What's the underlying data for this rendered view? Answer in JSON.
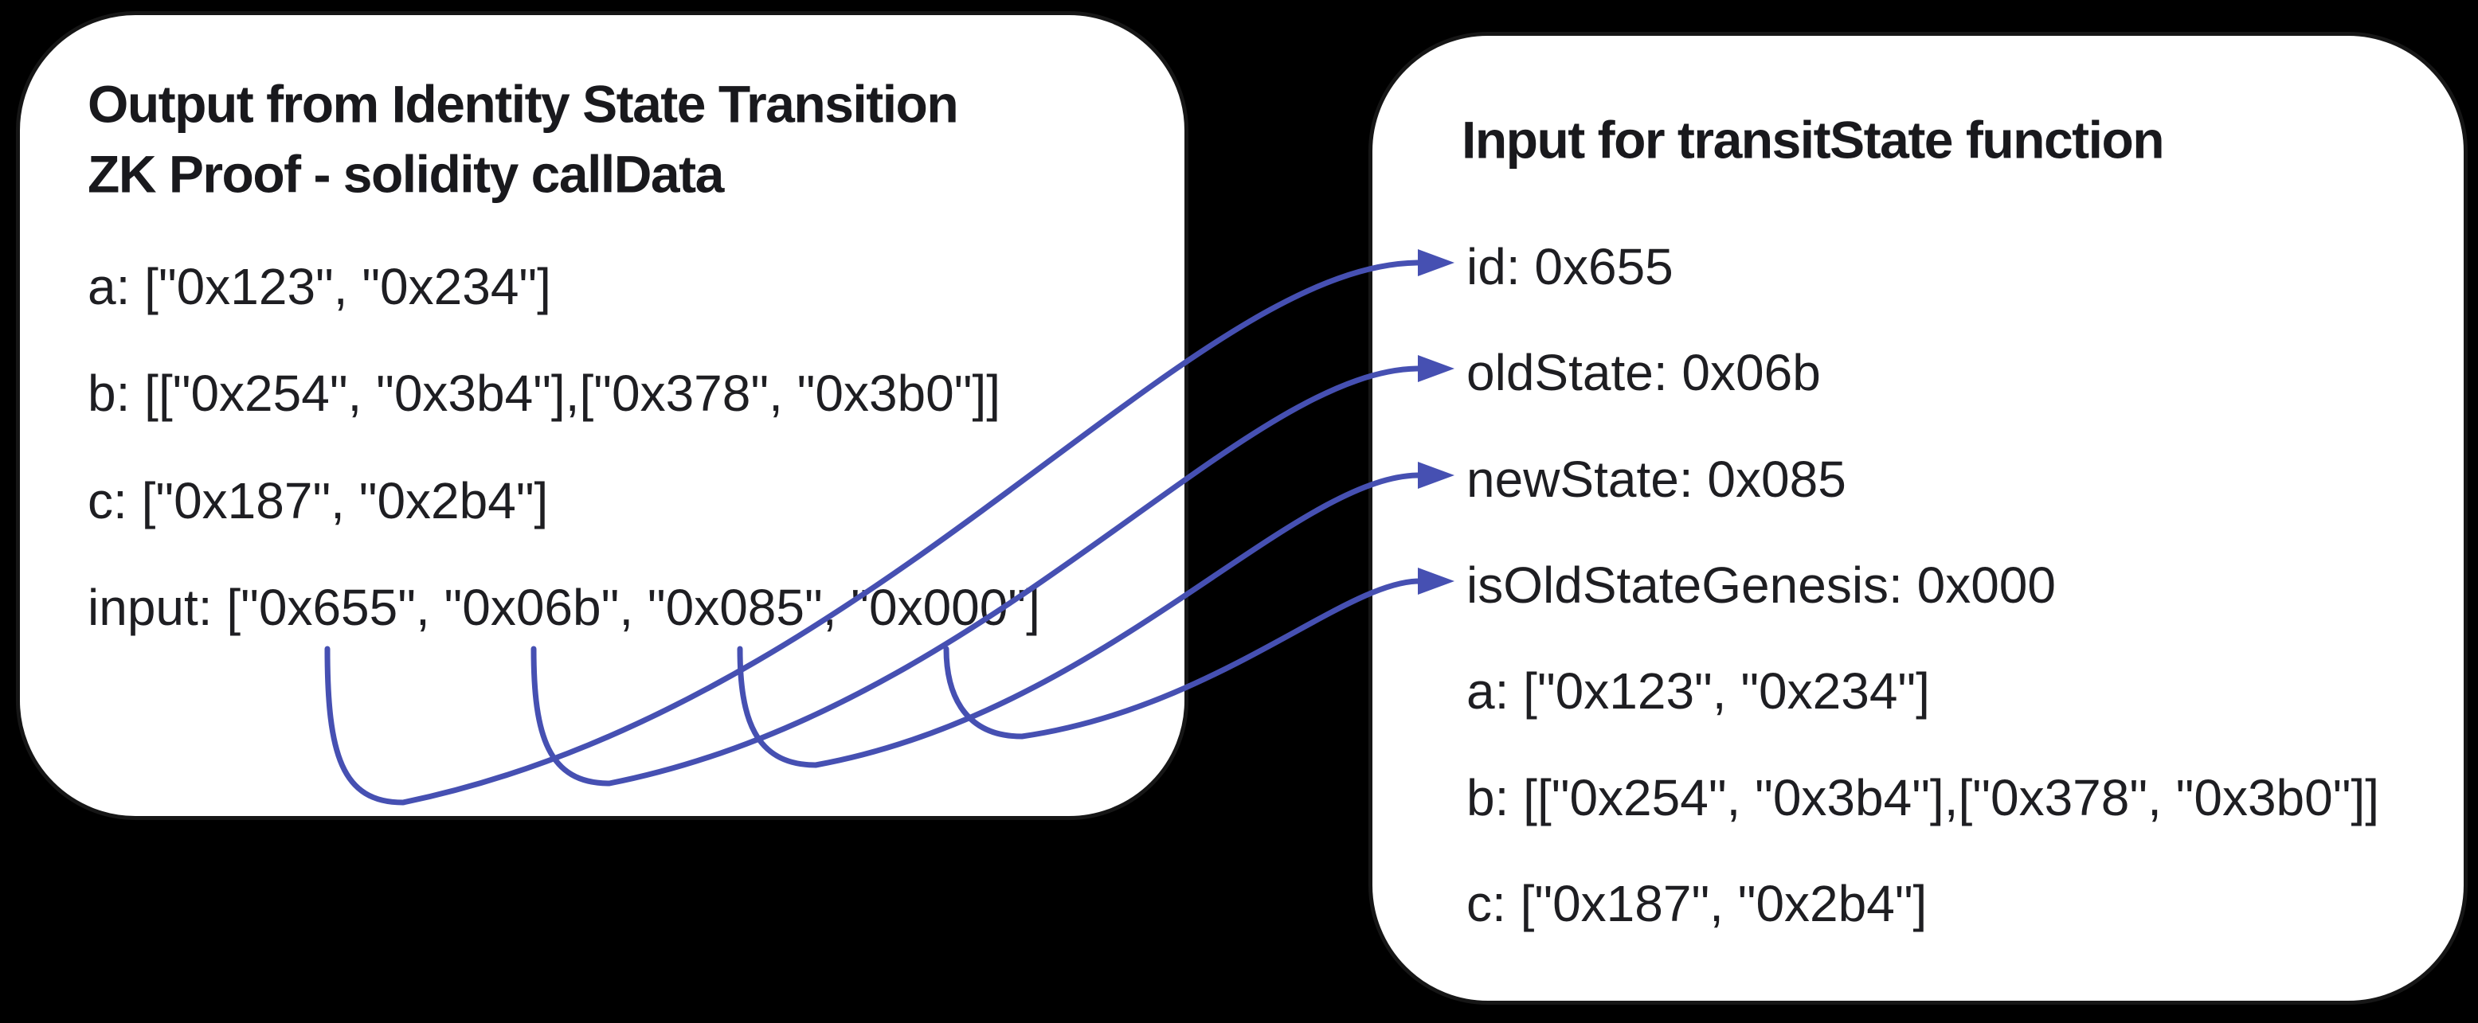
{
  "colors": {
    "background": "#000000",
    "box_fill": "#ffffff",
    "box_border": "#161616",
    "arrow": "#4650b2",
    "text": "#1e1e22"
  },
  "left_box": {
    "title": [
      "Output from Identity State Transition",
      "ZK Proof - solidity callData"
    ],
    "fields": [
      {
        "name": "a",
        "text": "a: [\"0x123\", \"0x234\"]"
      },
      {
        "name": "b",
        "text": "b: [[\"0x254\", \"0x3b4\"],[\"0x378\", \"0x3b0\"]]"
      },
      {
        "name": "c",
        "text": "c: [\"0x187\", \"0x2b4\"]"
      },
      {
        "name": "input",
        "text": "input: [\"0x655\", \"0x06b\", \"0x085\", \"0x000\"]"
      }
    ]
  },
  "right_box": {
    "title": "Input for transitState function",
    "fields": [
      {
        "name": "id",
        "text": "id: 0x655"
      },
      {
        "name": "oldState",
        "text": "oldState: 0x06b"
      },
      {
        "name": "newState",
        "text": "newState: 0x085"
      },
      {
        "name": "isOldStateGenesis",
        "text": "isOldStateGenesis: 0x000"
      },
      {
        "name": "a",
        "text": "a: [\"0x123\", \"0x234\"]"
      },
      {
        "name": "b",
        "text": "b: [[\"0x254\", \"0x3b4\"],[\"0x378\", \"0x3b0\"]]"
      },
      {
        "name": "c",
        "text": "c: [\"0x187\", \"0x2b4\"]"
      }
    ]
  },
  "arrows": [
    {
      "from": "input value 0x655",
      "to": "id"
    },
    {
      "from": "input value 0x06b",
      "to": "oldState"
    },
    {
      "from": "input value 0x085",
      "to": "newState"
    },
    {
      "from": "input value 0x000",
      "to": "isOldStateGenesis"
    }
  ]
}
